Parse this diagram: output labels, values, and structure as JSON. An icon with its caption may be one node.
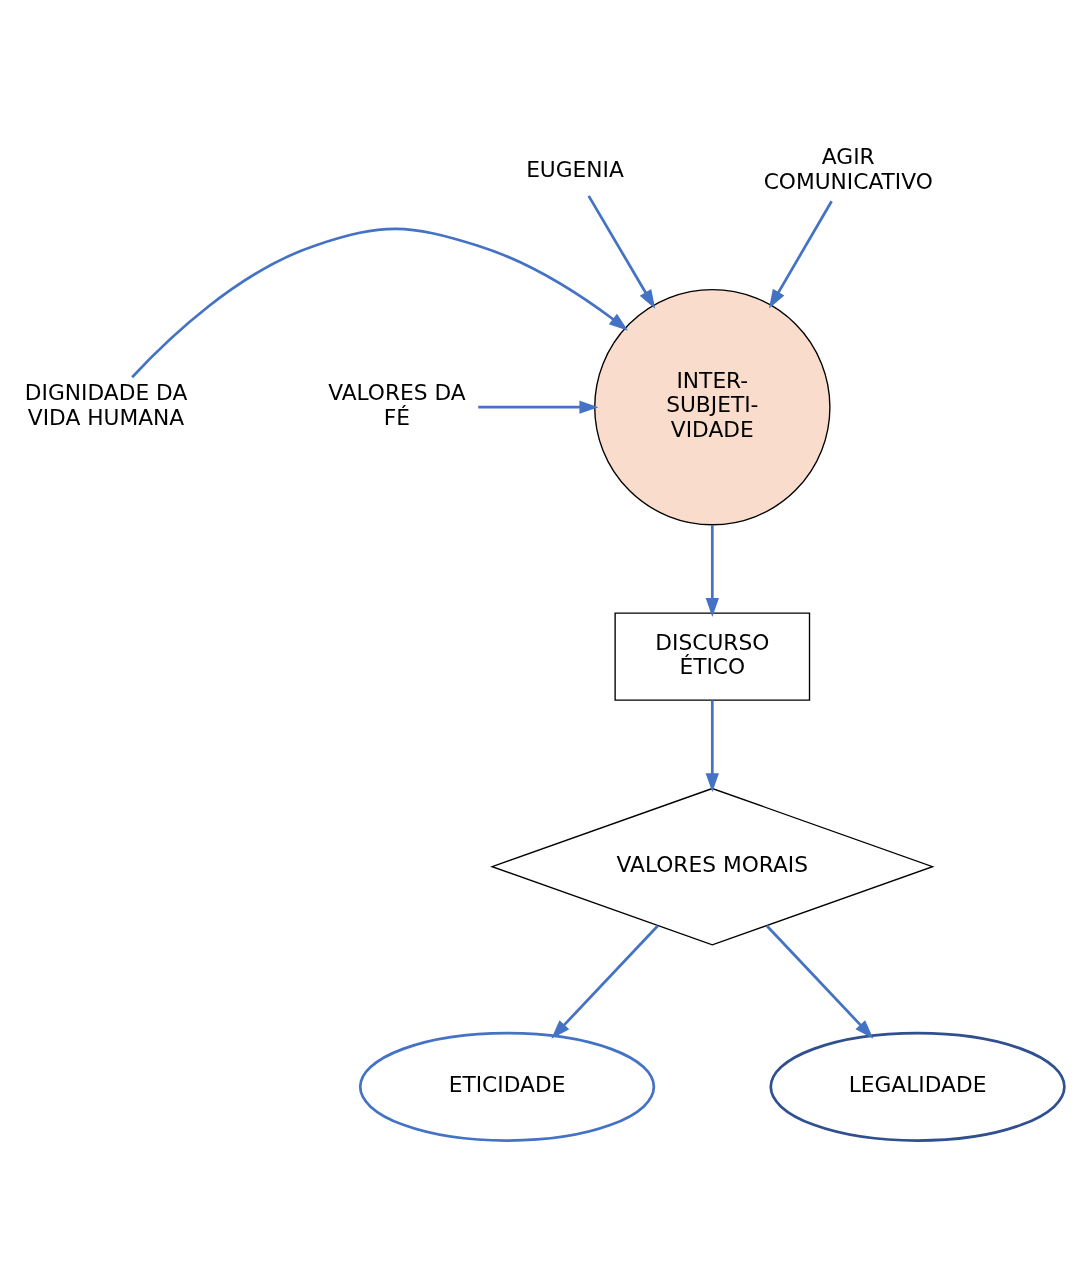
{
  "diagram": {
    "nodes": [
      {
        "text": [
          "EUGENIA"
        ]
      },
      {
        "text": [
          "AGIR COMUNICATIVO"
        ]
      },
      {
        "text": [
          "INTER- SUBJETI- VIDADE"
        ]
      },
      {
        "text": [
          "DIGNIDADE DA VIDA HUMANA"
        ]
      },
      {
        "text": [
          "VALORES DA FÉ"
        ]
      },
      {
        "text": [
          "DISCURSO ÉTICO"
        ]
      },
      {
        "text": [
          "VALORES MORAIS"
        ]
      },
      {
        "text": [
          "ETICIDADE"
        ]
      },
      {
        "text": [
          "LEGALIDADE"
        ]
      }
    ],
    "edges": [
      {
        "from": 0,
        "to": 2,
        "arrow": "to"
      },
      {
        "from": 1,
        "to": 2,
        "arrow": "to"
      },
      {
        "from": 3,
        "to": 2,
        "arrow": "to"
      },
      {
        "from": 4,
        "to": 2,
        "arrow": "to"
      },
      {
        "from": 2,
        "to": 5,
        "arrow": "to"
      },
      {
        "from": 5,
        "to": 6,
        "arrow": "to"
      },
      {
        "from": 6,
        "to": 7,
        "arrow": "to"
      },
      {
        "from": 6,
        "to": 8,
        "arrow": "to"
      }
    ]
  }
}
